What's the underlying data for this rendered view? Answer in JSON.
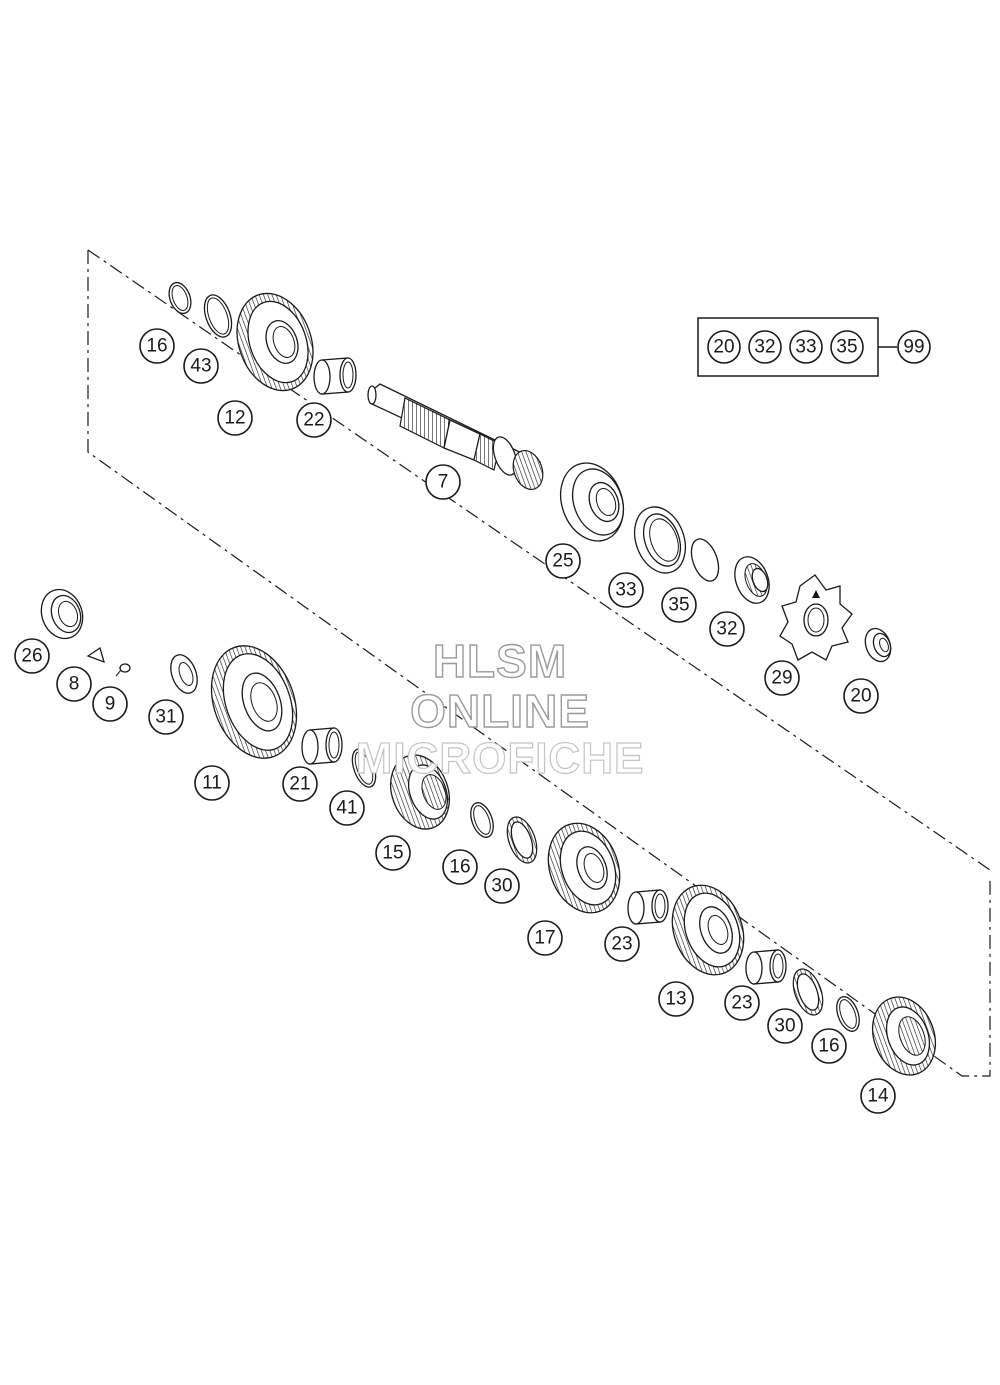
{
  "watermark": {
    "line1": "HLSM",
    "line2": "ONLINE",
    "line3": "MICROFICHE"
  },
  "kit": {
    "members": [
      "20",
      "32",
      "33",
      "35"
    ],
    "number": "99"
  },
  "callouts": [
    {
      "label": "16"
    },
    {
      "label": "43"
    },
    {
      "label": "12"
    },
    {
      "label": "22"
    },
    {
      "label": "7"
    },
    {
      "label": "25"
    },
    {
      "label": "33"
    },
    {
      "label": "35"
    },
    {
      "label": "32"
    },
    {
      "label": "29"
    },
    {
      "label": "20"
    },
    {
      "label": "26"
    },
    {
      "label": "8"
    },
    {
      "label": "9"
    },
    {
      "label": "31"
    },
    {
      "label": "11"
    },
    {
      "label": "21"
    },
    {
      "label": "41"
    },
    {
      "label": "15"
    },
    {
      "label": "16"
    },
    {
      "label": "30"
    },
    {
      "label": "17"
    },
    {
      "label": "23"
    },
    {
      "label": "13"
    },
    {
      "label": "23"
    },
    {
      "label": "30"
    },
    {
      "label": "16"
    },
    {
      "label": "14"
    }
  ]
}
